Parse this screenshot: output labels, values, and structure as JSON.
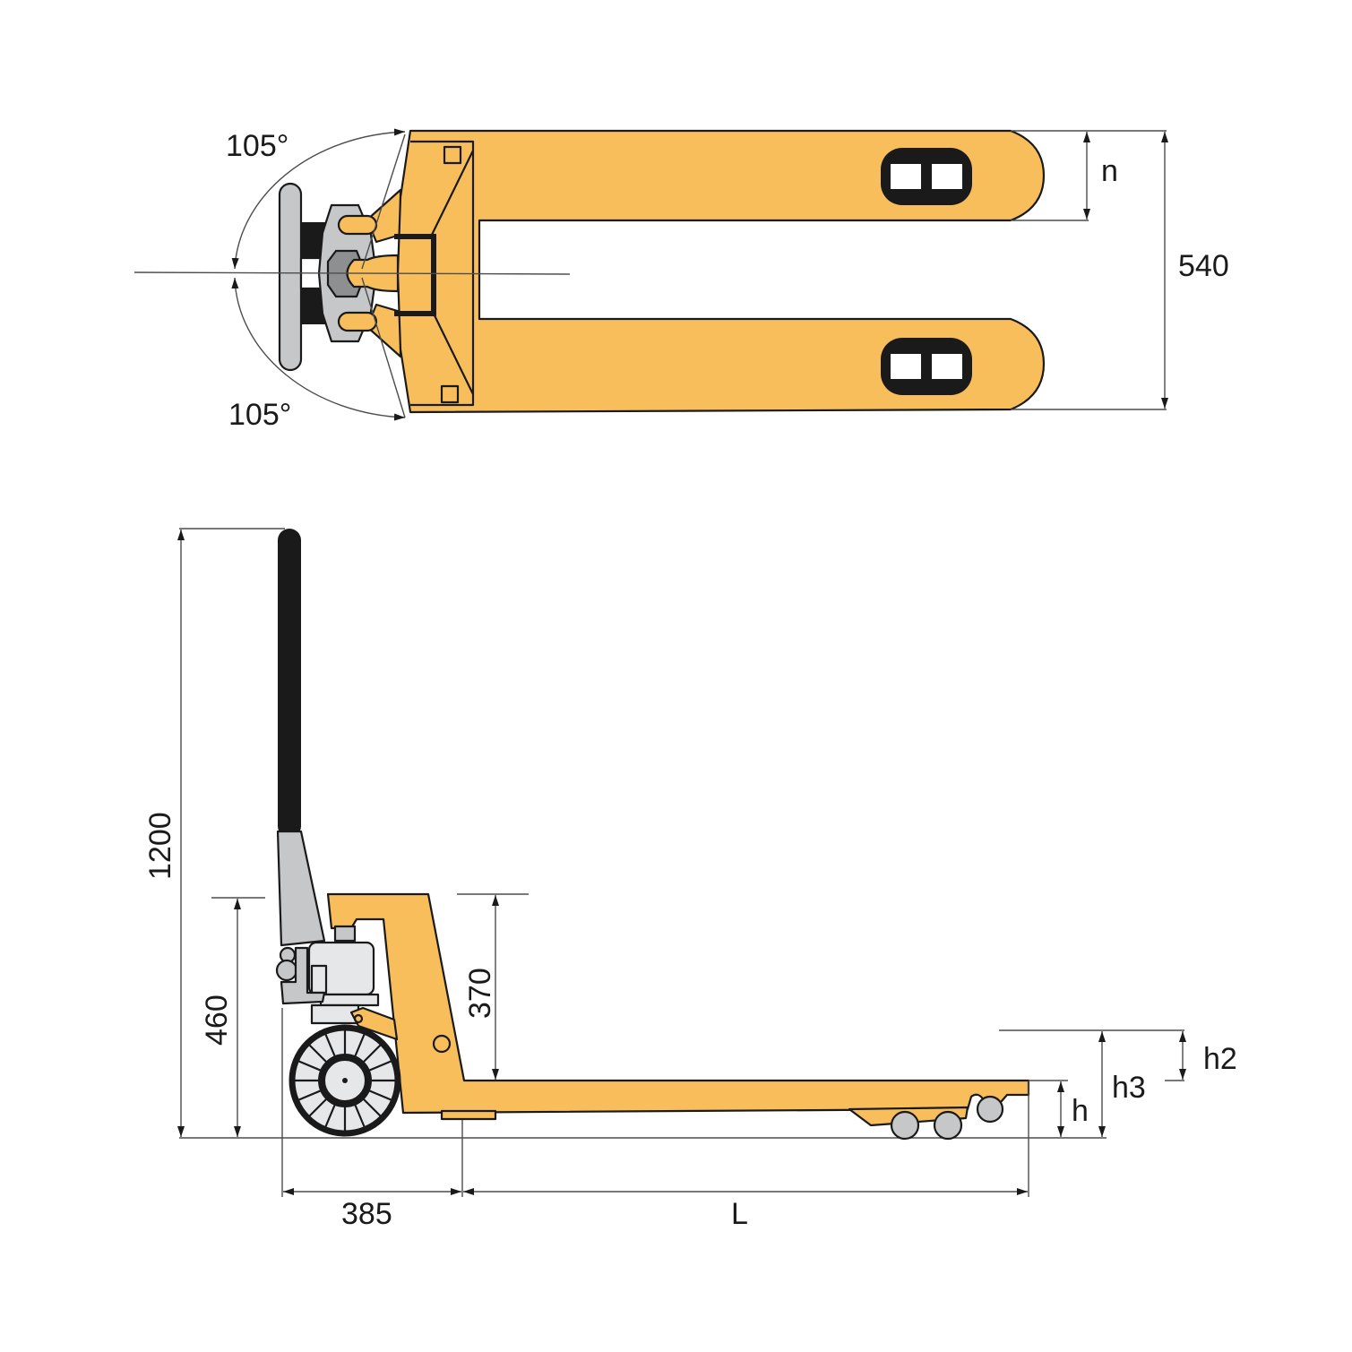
{
  "title": "Pallet truck dimension drawing",
  "colors": {
    "body": "#F9BE5C",
    "gray": "#C6C7C9",
    "light_gray": "#E6E7E8",
    "dark": "#1A1A1A",
    "dimension": "#4D4D4D"
  },
  "top_view": {
    "angle_upper": "105°",
    "angle_lower": "105°",
    "fork_width_label": "n",
    "overall_width_label": "540"
  },
  "side_view": {
    "handle_height_label": "1200",
    "tiller_pivot_height_label": "460",
    "frame_height_label": "370",
    "rear_length_label": "385",
    "fork_length_label": "L",
    "lowered_height_label": "h",
    "raised_height_label": "h3",
    "lift_label": "h2"
  }
}
